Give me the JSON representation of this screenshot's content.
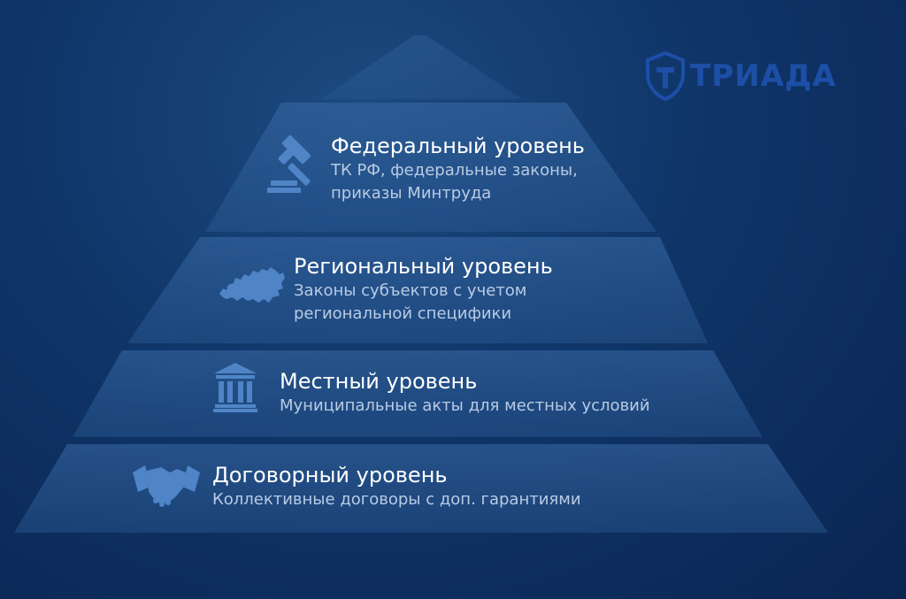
{
  "logo": {
    "text": "ТРИАДА",
    "icon": "shield-t-icon",
    "color": "#1d4fa8"
  },
  "levels": [
    {
      "title": "Федеральный уровень",
      "desc_line1": "ТК РФ, федеральные законы,",
      "desc_line2": "приказы Минтруда",
      "icon": "gavel-icon"
    },
    {
      "title": "Региональный уровень",
      "desc_line1": "Законы субъектов с учетом",
      "desc_line2": "региональной специфики",
      "icon": "russia-map-icon"
    },
    {
      "title": "Местный уровень",
      "desc_line1": "Муниципальные акты для местных условий",
      "icon": "government-building-icon"
    },
    {
      "title": "Договорный уровень",
      "desc_line1": "Коллективные договоры с доп. гарантиями",
      "icon": "handshake-icon"
    }
  ],
  "colors": {
    "background": "#0f3568",
    "tier_fill": "#2a5a94",
    "icon": "#4f84c6",
    "title": "#ffffff",
    "description": "#b9cbe4"
  }
}
